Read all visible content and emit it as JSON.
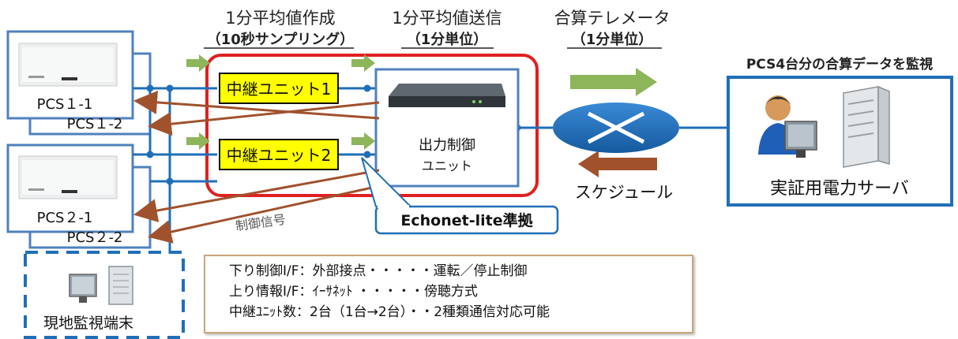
{
  "header": {
    "col1_title": "1分平均値作成",
    "col1_sub": "（10秒サンプリング）",
    "col2_title": "1分平均値送信",
    "col2_sub": "（1分単位）",
    "col3_title": "合算テレメータ",
    "col3_sub": "（1分単位）",
    "monitor_caption": "PCS4台分の合算データを監視"
  },
  "pcs": {
    "pcs11": "PCS１-1",
    "pcs12": "PCS１-2",
    "pcs21": "PCS２-1",
    "pcs22": "PCS２-2"
  },
  "relay": {
    "unit1": "中継ユニット1",
    "unit2": "中継ユニット2"
  },
  "controller": {
    "line1": "出力制御",
    "line2": "ユニット"
  },
  "callout": "Echonet-lite準拠",
  "control_signal": "制御信号",
  "schedule": "スケジュール",
  "server_label": "実証用電力サーバ",
  "local_terminal": "現地監視端末",
  "notes": [
    "下り制御I/F：外部接点・・・・・運転／停止制御",
    "上り情報I/F：ｲｰｻﾈｯﾄ ・・・・・傍聴方式",
    "中継ﾕﾆｯﾄ数：2台（1台→2台）・・2種類通信対応可能"
  ],
  "colors": {
    "box_border": "#4f81bd",
    "relay_fill": "#ffff00",
    "red_frame": "#e02020",
    "green_arrow": "#8db65a",
    "brown_arrow": "#a0522d",
    "network": "#1f6fb8"
  }
}
